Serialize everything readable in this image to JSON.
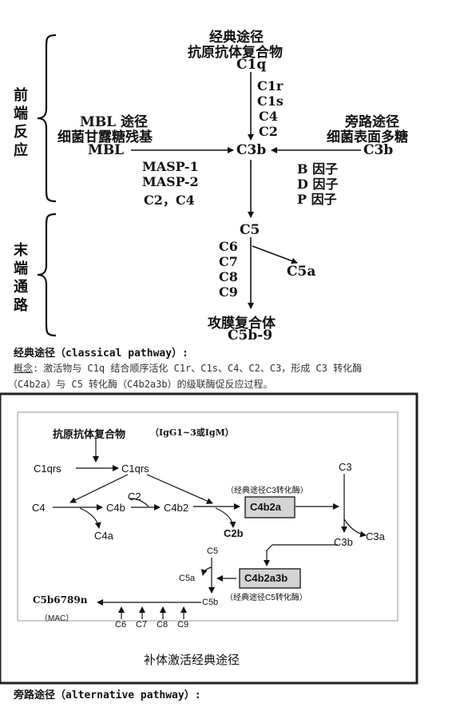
{
  "top": {
    "classical_title": "经典途径",
    "classical_sub": "抗原抗体复合物",
    "c1q": "C1q",
    "c1r": "C1r",
    "c1s": "C1s",
    "c4": "C4",
    "c2": "C2",
    "mbl_title": "MBL 途径",
    "mbl_sub": "细菌甘露糖残基",
    "mbl": "MBL",
    "masp1": "MASP-1",
    "masp2": "MASP-2",
    "c2c4": "C2，C4",
    "alt_title": "旁路途径",
    "alt_sub": "细菌表面多糖",
    "c3b_right": "C3b",
    "factor_b": "B 因子",
    "factor_d": "D 因子",
    "factor_p": "P 因子",
    "c3b_center": "C3b",
    "c5": "C5",
    "c6": "C6",
    "c7": "C7",
    "c8": "C8",
    "c9": "C9",
    "c5a": "C5a",
    "mac": "攻膜复合体",
    "c5b9": "C5b-9",
    "side_front": [
      "前",
      "端",
      "反",
      "应"
    ],
    "side_end": [
      "末",
      "端",
      "通",
      "路"
    ]
  },
  "text": {
    "classical_heading": "经典途径（classical pathway）:",
    "concept_label": "概念",
    "concept_colon": ":",
    "concept_body": "激活物与 C1q 结合顺序活化 C1r、C1s、C4、C2、C3，形成 C3 转化酶",
    "concept_body2": "（C4b2a）与 C5 转化酶（C4b2a3b）的级联酶促反应过程。",
    "alt_heading": "旁路途径（alternative pathway）:"
  },
  "figure": {
    "antigen": "抗原抗体复合物",
    "ig": "（IgG1~3或IgM）",
    "c1qrs_left": "C1qrs",
    "c1qrs_right": "C1qrs",
    "c4": "C4",
    "c4b": "C4b",
    "c2": "C2",
    "c4b2": "C4b2",
    "c4a": "C4a",
    "c3conv_label": "（经典途径C3转化酶）",
    "c4b2a": "C4b2a",
    "c2b": "C2b",
    "c3": "C3",
    "c3b": "C3b",
    "c3a": "C3a",
    "c5": "C5",
    "c5a": "C5a",
    "c4b2a3b": "C4b2a3b",
    "c5conv_label": "（经典途径C5转化酶）",
    "c5b": "C5b",
    "c5b6789n": "C5b6789n",
    "mac": "（MAC）",
    "c6": "C6",
    "c7": "C7",
    "c8": "C8",
    "c9": "C9",
    "caption": "补体激活经典途径"
  }
}
